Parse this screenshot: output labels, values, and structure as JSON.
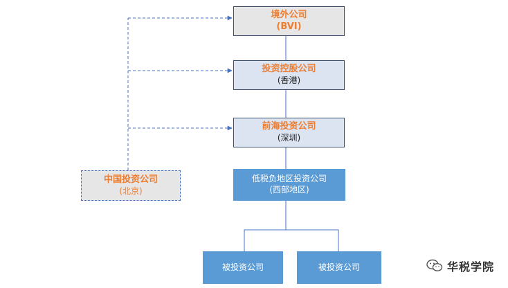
{
  "nodes": {
    "bvi": {
      "name": "境外公司",
      "sub": "(BVI)"
    },
    "hk": {
      "name": "投资控股公司",
      "sub": "(香港)"
    },
    "sz": {
      "name": "前海投资公司",
      "sub": "(深圳)"
    },
    "west": {
      "name": "低税负地区投资公司",
      "sub": "(西部地区)"
    },
    "china": {
      "name": "中国投资公司",
      "sub": "(北京)"
    },
    "investee_1": {
      "name": "被投资公司"
    },
    "investee_2": {
      "name": "被投资公司"
    }
  },
  "watermark": {
    "text": "华税学院",
    "icon": "wechat-icon"
  },
  "colors": {
    "accent_orange": "#ED7D31",
    "box_blue": "#5B9BD5",
    "box_light_blue": "#DCE4F2",
    "box_gray": "#E7E6E6",
    "dashed_line": "#4472C4"
  }
}
